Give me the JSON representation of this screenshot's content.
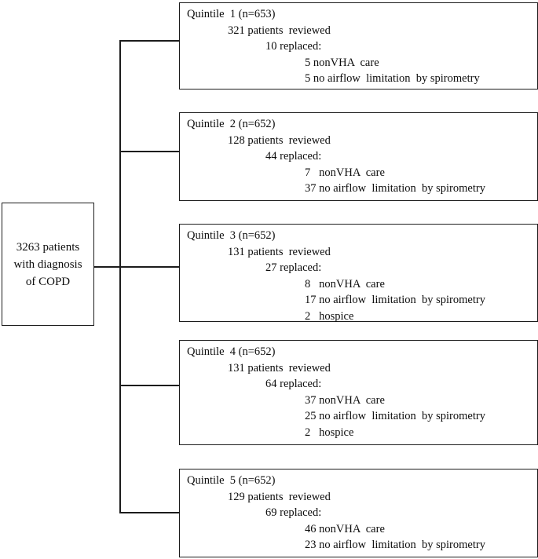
{
  "colors": {
    "background": "#ffffff",
    "line": "#1c1c1c",
    "text": "#0d0d0d"
  },
  "root_box": {
    "line1": "3263 patients",
    "line2": "with  diagnosis",
    "line3": "of COPD"
  },
  "quintiles": [
    {
      "lines": [
        {
          "t": "Quintile  1 (n=653)",
          "i": 0
        },
        {
          "t": "321 patients  reviewed",
          "i": 1
        },
        {
          "t": "10 replaced:",
          "i": 2
        },
        {
          "t": "5 nonVHA  care",
          "i": 3
        },
        {
          "t": "5 no airflow  limitation  by spirometry",
          "i": 3
        }
      ]
    },
    {
      "lines": [
        {
          "t": "Quintile  2 (n=652)",
          "i": 0
        },
        {
          "t": "128 patients  reviewed",
          "i": 1
        },
        {
          "t": "44 replaced:",
          "i": 2
        },
        {
          "t": "7   nonVHA  care",
          "i": 3
        },
        {
          "t": "37 no airflow  limitation  by spirometry",
          "i": 3
        }
      ]
    },
    {
      "lines": [
        {
          "t": "Quintile  3 (n=652)",
          "i": 0
        },
        {
          "t": "131 patients  reviewed",
          "i": 1
        },
        {
          "t": "27 replaced:",
          "i": 2
        },
        {
          "t": "8   nonVHA  care",
          "i": 3
        },
        {
          "t": "17 no airflow  limitation  by spirometry",
          "i": 3
        },
        {
          "t": "2   hospice",
          "i": 3
        }
      ]
    },
    {
      "lines": [
        {
          "t": "Quintile  4 (n=652)",
          "i": 0
        },
        {
          "t": "131 patients  reviewed",
          "i": 1
        },
        {
          "t": "64 replaced:",
          "i": 2
        },
        {
          "t": "37 nonVHA  care",
          "i": 3
        },
        {
          "t": "25 no airflow  limitation  by spirometry",
          "i": 3
        },
        {
          "t": "2   hospice",
          "i": 3
        }
      ]
    },
    {
      "lines": [
        {
          "t": "Quintile  5 (n=652)",
          "i": 0
        },
        {
          "t": "129 patients  reviewed",
          "i": 1
        },
        {
          "t": "69 replaced:",
          "i": 2
        },
        {
          "t": "46 nonVHA  care",
          "i": 3
        },
        {
          "t": "23 no airflow  limitation  by spirometry",
          "i": 3
        }
      ]
    }
  ]
}
